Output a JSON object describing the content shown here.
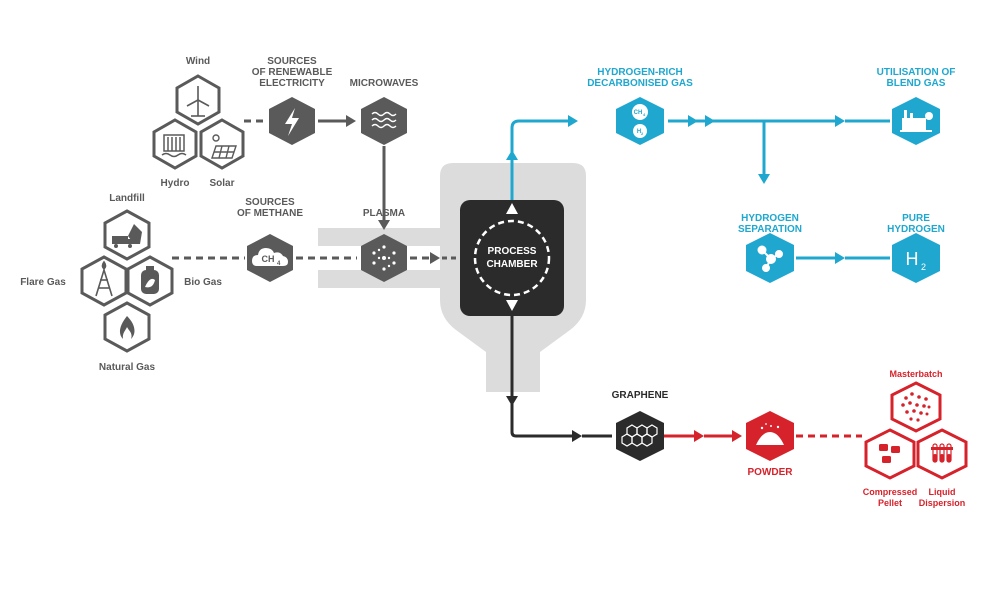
{
  "colors": {
    "grey": "#5a5a5a",
    "dark": "#2b2b2b",
    "light": "#dcdcdc",
    "blue": "#1fa7cf",
    "red": "#d6222b"
  },
  "renewables": {
    "wind": "Wind",
    "hydro": "Hydro",
    "solar": "Solar",
    "sources_line1": "SOURCES",
    "sources_line2": "OF RENEWABLE",
    "sources_line3": "ELECTRICITY",
    "microwaves": "MICROWAVES"
  },
  "methane": {
    "landfill": "Landfill",
    "flare_gas": "Flare Gas",
    "bio_gas": "Bio Gas",
    "natural_gas": "Natural Gas",
    "sources_line1": "SOURCES",
    "sources_line2": "OF METHANE",
    "ch4_main": "CH",
    "ch4_sub": "4",
    "plasma": "PLASMA"
  },
  "chamber": {
    "line1": "PROCESS",
    "line2": "CHAMBER"
  },
  "gas": {
    "hydrogen_rich_line1": "HYDROGEN-RICH",
    "hydrogen_rich_line2": "DECARBONISED GAS",
    "ch4_main": "CH",
    "ch4_sub": "4",
    "h2_main": "H",
    "h2_sub": "2",
    "utilisation_line1": "UTILISATION OF",
    "utilisation_line2": "BLEND GAS",
    "separation_line1": "HYDROGEN",
    "separation_line2": "SEPARATION",
    "pure_line1": "PURE",
    "pure_line2": "HYDROGEN",
    "pure_h_main": "H",
    "pure_h_sub": "2"
  },
  "solids": {
    "graphene": "GRAPHENE",
    "powder": "POWDER",
    "masterbatch": "Masterbatch",
    "compressed_line1": "Compressed",
    "compressed_line2": "Pellet",
    "liquid_line1": "Liquid",
    "liquid_line2": "Dispersion"
  },
  "icons": [
    "wind-turbine-icon",
    "hydro-dam-icon",
    "solar-panel-icon",
    "lightning-icon",
    "waves-icon",
    "landfill-truck-icon",
    "oil-derrick-icon",
    "gas-cylinder-icon",
    "flame-icon",
    "cloud-icon",
    "plasma-dots-icon",
    "molecule-icon",
    "gas-plant-icon",
    "h2-icon",
    "hexagon-lattice-icon",
    "powder-pile-icon",
    "pellets-icon",
    "test-tubes-icon"
  ]
}
